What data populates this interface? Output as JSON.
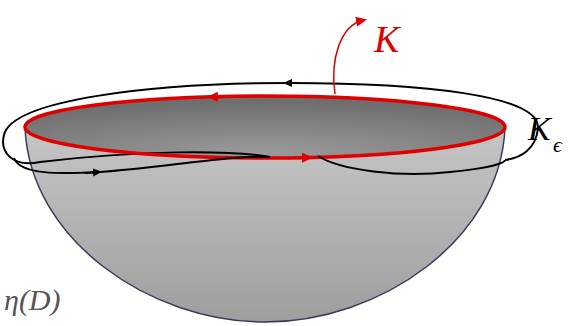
{
  "diagram": {
    "labels": [
      "K",
      "K",
      "ϵ",
      "η(D)"
    ]
  }
}
